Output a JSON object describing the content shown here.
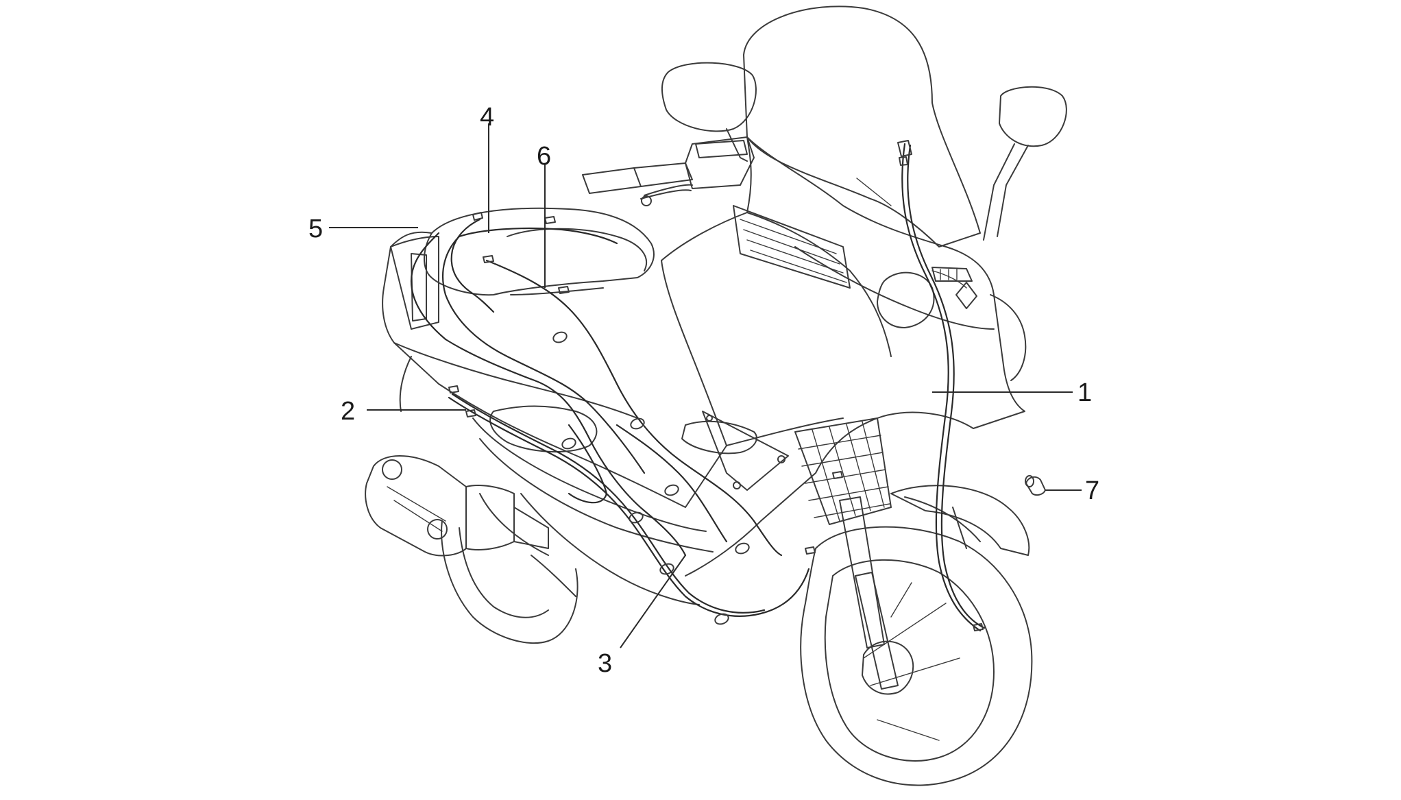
{
  "callouts": [
    {
      "id": "1",
      "text": "1"
    },
    {
      "id": "2",
      "text": "2"
    },
    {
      "id": "3",
      "text": "3"
    },
    {
      "id": "4",
      "text": "4"
    },
    {
      "id": "5",
      "text": "5"
    },
    {
      "id": "6",
      "text": "6"
    },
    {
      "id": "7",
      "text": "7"
    }
  ],
  "colors": {
    "line": "#3a3a3a",
    "background": "#ffffff"
  }
}
